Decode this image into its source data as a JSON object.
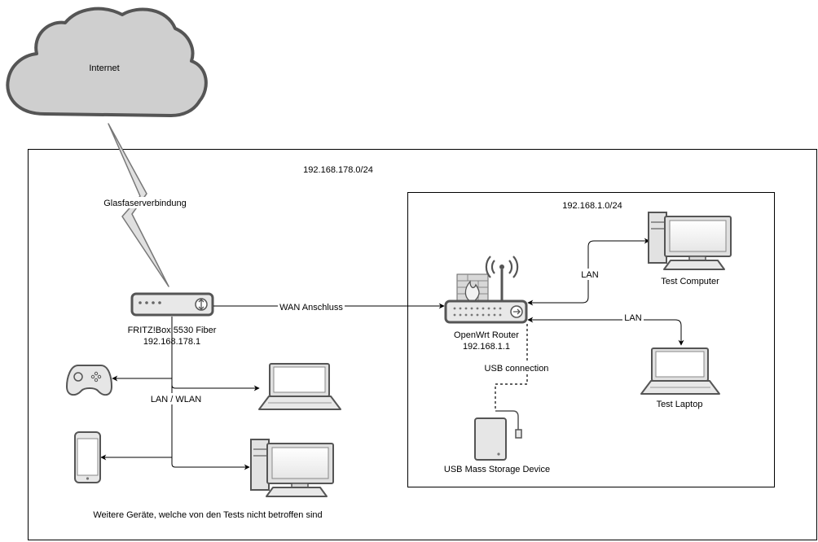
{
  "cloud": {
    "label": "Internet"
  },
  "outer_network": {
    "subnet": "192.168.178.0/24"
  },
  "inner_network": {
    "subnet": "192.168.1.0/24"
  },
  "connections": {
    "fiber": "Glasfaserverbindung",
    "wan": "WAN Anschluss",
    "lan_wlan": "LAN / WLAN",
    "lan_computer": "LAN",
    "lan_laptop": "LAN",
    "usb": "USB connection"
  },
  "fritzbox": {
    "name": "FRITZ!Box 5530 Fiber",
    "ip": "192.168.178.1"
  },
  "openwrt": {
    "name": "OpenWrt Router",
    "ip": "192.168.1.1"
  },
  "test_computer": {
    "label": "Test Computer"
  },
  "test_laptop": {
    "label": "Test Laptop"
  },
  "usb_storage": {
    "label": "USB Mass Storage Device"
  },
  "other_devices": {
    "caption": "Weitere Geräte, welche von den Tests nicht betroffen sind"
  },
  "icons": [
    "cloud-icon",
    "router-icon",
    "firewall-icon",
    "gamepad-icon",
    "laptop-icon",
    "smartphone-icon",
    "desktop-icon",
    "hdd-icon"
  ]
}
